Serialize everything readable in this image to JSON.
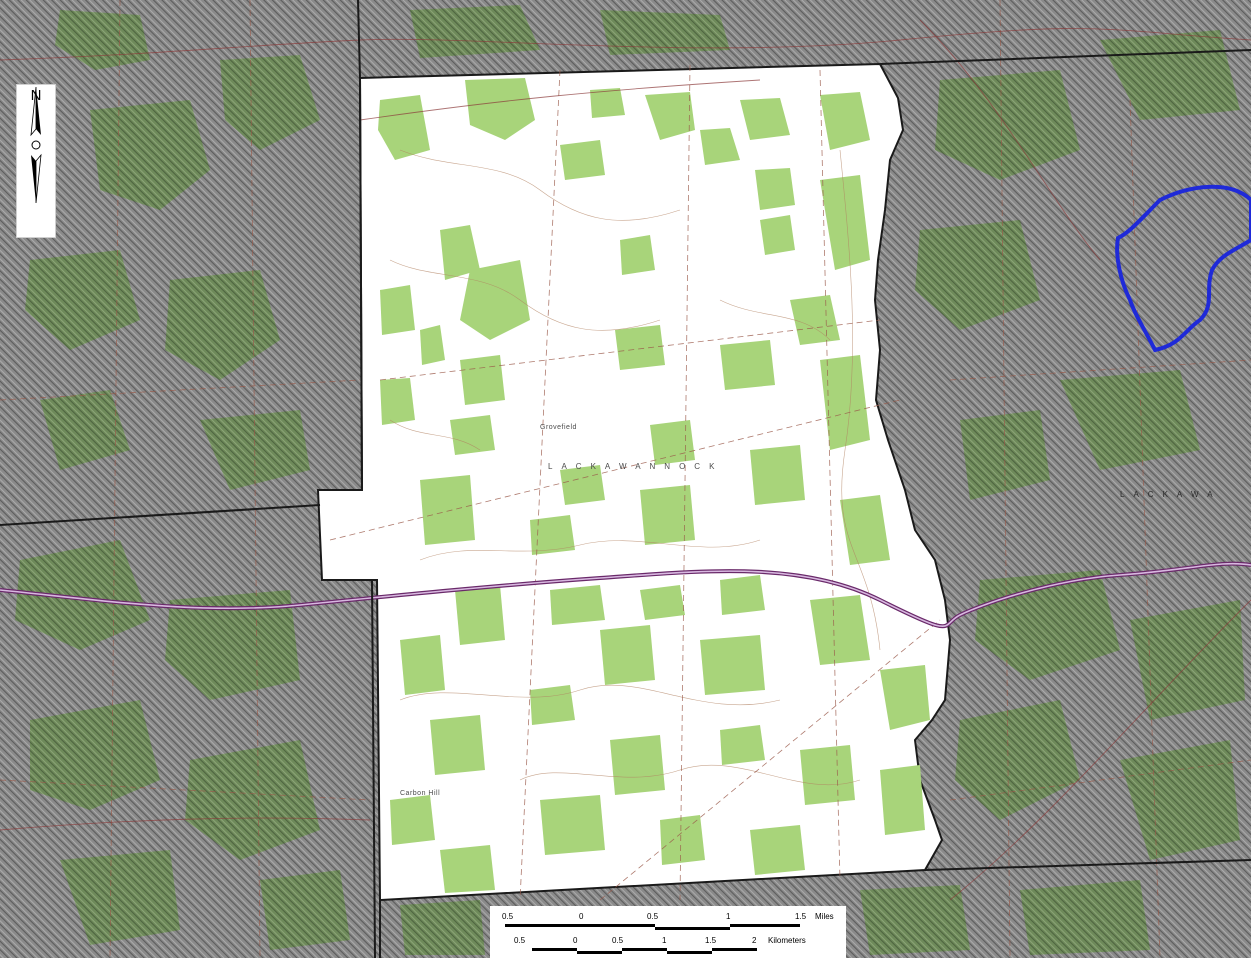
{
  "map": {
    "north_label": "N",
    "icons": {
      "north_arrow": "north-arrow-icon"
    },
    "scale_bar": {
      "miles": {
        "ticks": [
          "0.5",
          "0",
          "0.5",
          "1",
          "1.5"
        ],
        "unit": "Miles"
      },
      "kilometers": {
        "ticks": [
          "0.5",
          "0",
          "0.5",
          "1",
          "1.5",
          "2"
        ],
        "unit": "Kilometers"
      }
    },
    "place_labels": [
      "Grovefield",
      "LACKAWANNOCK",
      "LACKAWA",
      "Carbon Hill"
    ],
    "colors": {
      "outside_hatch": "#7a7a7a",
      "forest_green": "#a8d47a",
      "study_area": "#ffffff",
      "boundary": "#1a1a1a",
      "watershed_outline": "#1f2ad8",
      "road": "#9a4a8a",
      "contour": "#b08060"
    }
  }
}
